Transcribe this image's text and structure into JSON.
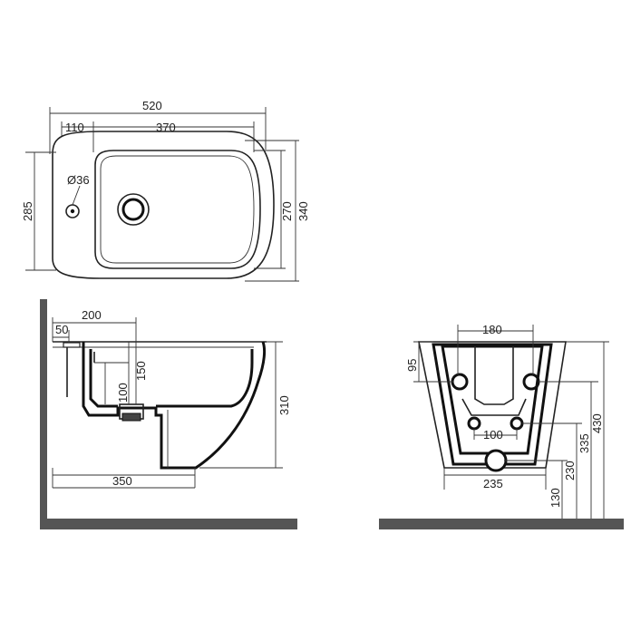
{
  "top_view": {
    "dims": {
      "overall_length": "520",
      "rear_offset": "110",
      "bowl_length": "370",
      "tap_hole": "Ø36",
      "bowl_width": "270",
      "overall_width": "340",
      "rear_width": "285"
    }
  },
  "side_view": {
    "dims": {
      "wall_to_outlet": "200",
      "wall_offset": "50",
      "outlet_depth": "100",
      "inner_height": "150",
      "height": "310",
      "base_depth": "350"
    }
  },
  "rear_view": {
    "dims": {
      "bolt_spacing_top": "180",
      "bolt_height": "95",
      "bolt_spacing_low": "100",
      "base_width": "235",
      "level_130": "130",
      "level_230": "230",
      "level_335": "335",
      "level_430": "430"
    }
  },
  "colors": {
    "ground": "#555555",
    "line": "#222222"
  }
}
